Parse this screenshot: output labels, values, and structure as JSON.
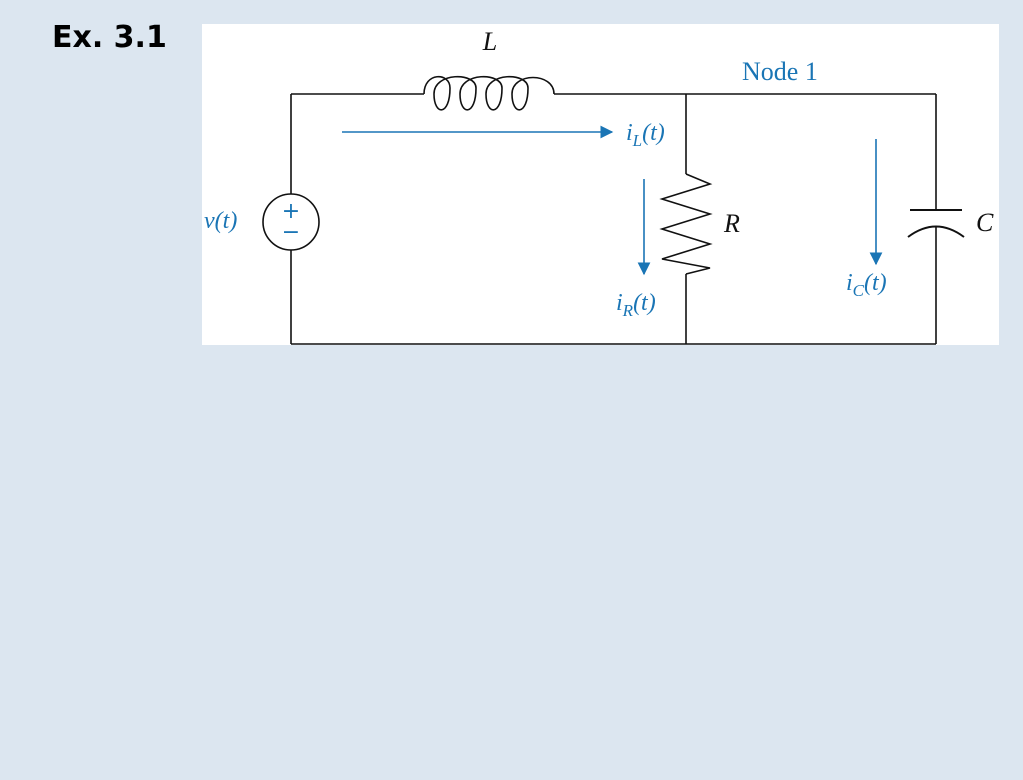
{
  "heading": "Ex. 3.1",
  "circuit": {
    "inductor_label": "L",
    "node_label": "Node 1",
    "source_label": "v(t)",
    "source_plus": "+",
    "source_minus": "−",
    "resistor_label": "R",
    "capacitor_label": "C",
    "iL": {
      "symbol": "i",
      "sub": "L",
      "arg": "(t)"
    },
    "iR": {
      "symbol": "i",
      "sub": "R",
      "arg": "(t)"
    },
    "iC": {
      "symbol": "i",
      "sub": "C",
      "arg": "(t)"
    },
    "colors": {
      "wire": "#111111",
      "annotation": "#1a75b5",
      "background": "#dce6f0"
    }
  }
}
